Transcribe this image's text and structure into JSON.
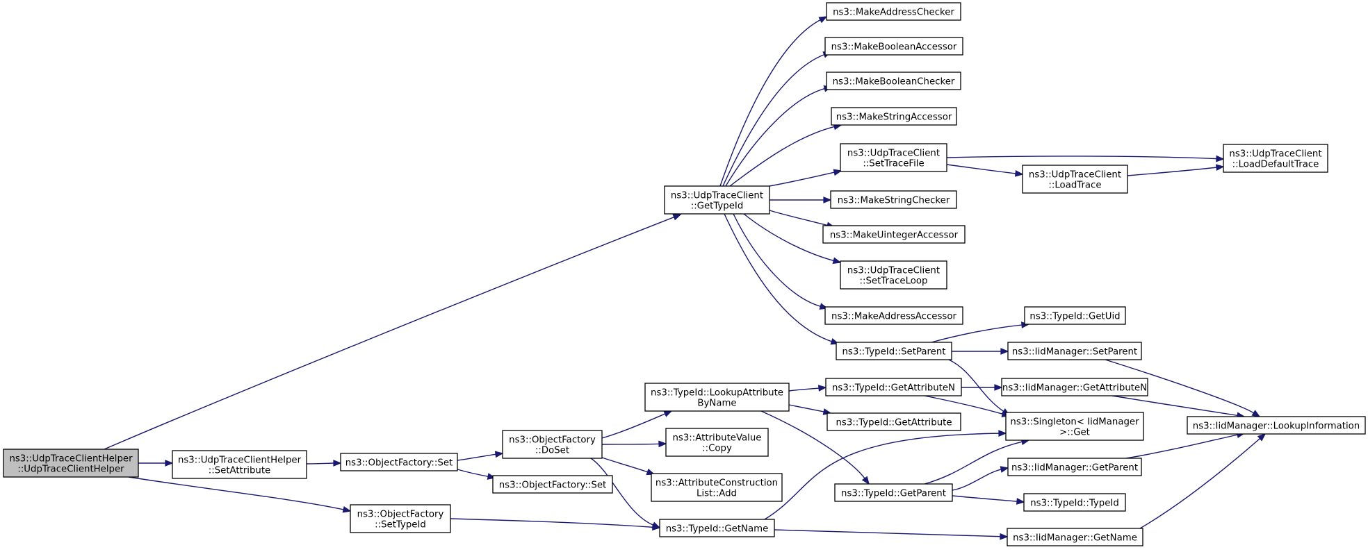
{
  "nodes": [
    {
      "id": "n0",
      "lines": [
        "ns3::UdpTraceClientHelper",
        "::UdpTraceClientHelper"
      ],
      "root": true
    },
    {
      "id": "n1",
      "lines": [
        "ns3::UdpTraceClient",
        "::GetTypeId"
      ]
    },
    {
      "id": "n2",
      "lines": [
        "ns3::UdpTraceClientHelper",
        "::SetAttribute"
      ]
    },
    {
      "id": "n3",
      "lines": [
        "ns3::ObjectFactory",
        "::SetTypeId"
      ]
    },
    {
      "id": "n4",
      "lines": [
        "ns3::MakeAddressChecker"
      ]
    },
    {
      "id": "n5",
      "lines": [
        "ns3::MakeBooleanAccessor"
      ]
    },
    {
      "id": "n6",
      "lines": [
        "ns3::MakeBooleanChecker"
      ]
    },
    {
      "id": "n7",
      "lines": [
        "ns3::MakeStringAccessor"
      ]
    },
    {
      "id": "n8",
      "lines": [
        "ns3::UdpTraceClient",
        "::SetTraceFile"
      ]
    },
    {
      "id": "n9",
      "lines": [
        "ns3::MakeStringChecker"
      ]
    },
    {
      "id": "n10",
      "lines": [
        "ns3::MakeUintegerAccessor"
      ]
    },
    {
      "id": "n11",
      "lines": [
        "ns3::UdpTraceClient",
        "::SetTraceLoop"
      ]
    },
    {
      "id": "n12",
      "lines": [
        "ns3::MakeAddressAccessor"
      ]
    },
    {
      "id": "n13",
      "lines": [
        "ns3::TypeId::SetParent"
      ]
    },
    {
      "id": "n14",
      "lines": [
        "ns3::UdpTraceClient",
        "::LoadDefaultTrace"
      ]
    },
    {
      "id": "n15",
      "lines": [
        "ns3::UdpTraceClient",
        "::LoadTrace"
      ]
    },
    {
      "id": "n16",
      "lines": [
        "ns3::TypeId::GetUid"
      ]
    },
    {
      "id": "n17",
      "lines": [
        "ns3::IidManager::SetParent"
      ]
    },
    {
      "id": "n18",
      "lines": [
        "ns3::Singleton< IidManager",
        ">::Get"
      ]
    },
    {
      "id": "n19",
      "lines": [
        "ns3::IidManager::LookupInformation"
      ]
    },
    {
      "id": "n20",
      "lines": [
        "ns3::ObjectFactory::Set"
      ]
    },
    {
      "id": "n21",
      "lines": [
        "ns3::ObjectFactory",
        "::DoSet"
      ]
    },
    {
      "id": "n22",
      "lines": [
        "ns3::ObjectFactory::Set"
      ]
    },
    {
      "id": "n23",
      "lines": [
        "ns3::TypeId::LookupAttribute",
        "ByName"
      ]
    },
    {
      "id": "n24",
      "lines": [
        "ns3::AttributeValue",
        "::Copy"
      ]
    },
    {
      "id": "n25",
      "lines": [
        "ns3::AttributeConstruction",
        "List::Add"
      ]
    },
    {
      "id": "n26",
      "lines": [
        "ns3::TypeId::GetName"
      ]
    },
    {
      "id": "n27",
      "lines": [
        "ns3::TypeId::GetAttributeN"
      ]
    },
    {
      "id": "n28",
      "lines": [
        "ns3::TypeId::GetAttribute"
      ]
    },
    {
      "id": "n29",
      "lines": [
        "ns3::TypeId::GetParent"
      ]
    },
    {
      "id": "n30",
      "lines": [
        "ns3::IidManager::GetAttributeN"
      ]
    },
    {
      "id": "n31",
      "lines": [
        "ns3::IidManager::GetParent"
      ]
    },
    {
      "id": "n32",
      "lines": [
        "ns3::TypeId::TypeId"
      ]
    },
    {
      "id": "n33",
      "lines": [
        "ns3::IidManager::GetName"
      ]
    }
  ],
  "edges": [
    [
      "n0",
      "n1"
    ],
    [
      "n0",
      "n2"
    ],
    [
      "n0",
      "n3"
    ],
    [
      "n1",
      "n4"
    ],
    [
      "n1",
      "n5"
    ],
    [
      "n1",
      "n6"
    ],
    [
      "n1",
      "n7"
    ],
    [
      "n1",
      "n8"
    ],
    [
      "n1",
      "n9"
    ],
    [
      "n1",
      "n10"
    ],
    [
      "n1",
      "n11"
    ],
    [
      "n1",
      "n12"
    ],
    [
      "n1",
      "n13"
    ],
    [
      "n8",
      "n14"
    ],
    [
      "n8",
      "n15"
    ],
    [
      "n15",
      "n14"
    ],
    [
      "n13",
      "n16"
    ],
    [
      "n13",
      "n17"
    ],
    [
      "n13",
      "n18"
    ],
    [
      "n17",
      "n19"
    ],
    [
      "n2",
      "n20"
    ],
    [
      "n20",
      "n21"
    ],
    [
      "n20",
      "n22"
    ],
    [
      "n21",
      "n23"
    ],
    [
      "n21",
      "n24"
    ],
    [
      "n21",
      "n25"
    ],
    [
      "n21",
      "n26"
    ],
    [
      "n23",
      "n27"
    ],
    [
      "n23",
      "n28"
    ],
    [
      "n23",
      "n29"
    ],
    [
      "n27",
      "n30"
    ],
    [
      "n27",
      "n18"
    ],
    [
      "n30",
      "n19"
    ],
    [
      "n29",
      "n18"
    ],
    [
      "n29",
      "n31"
    ],
    [
      "n29",
      "n32"
    ],
    [
      "n31",
      "n19"
    ],
    [
      "n3",
      "n26"
    ],
    [
      "n26",
      "n18"
    ],
    [
      "n26",
      "n33"
    ],
    [
      "n33",
      "n19"
    ]
  ],
  "colors": {
    "edge": "#191970",
    "root_fill": "#bfbfbf",
    "node_border": "#000000",
    "node_fill": "#ffffff"
  }
}
